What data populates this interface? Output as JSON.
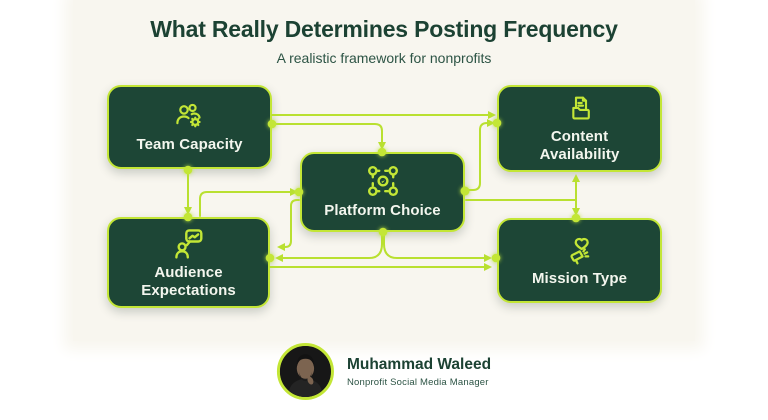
{
  "header": {
    "title": "What Really Determines Posting Frequency",
    "subtitle": "A realistic framework for nonprofits"
  },
  "nodes": {
    "team": {
      "label": "Team Capacity",
      "icon": "team-gear-icon"
    },
    "content": {
      "label": "Content Availability",
      "icon": "document-folder-icon"
    },
    "platform": {
      "label": "Platform Choice",
      "icon": "social-network-icon"
    },
    "audience": {
      "label": "Audience Expectations",
      "icon": "person-chart-icon"
    },
    "mission": {
      "label": "Mission Type",
      "icon": "heart-megaphone-icon"
    }
  },
  "edges": [
    {
      "from": "Team Capacity",
      "to": "Content Availability"
    },
    {
      "from": "Team Capacity",
      "to": "Platform Choice"
    },
    {
      "from": "Team Capacity",
      "to": "Audience Expectations"
    },
    {
      "from": "Audience Expectations",
      "to": "Platform Choice"
    },
    {
      "from": "Platform Choice",
      "to": "Content Availability"
    },
    {
      "from": "Platform Choice",
      "to": "Mission Type"
    },
    {
      "from": "Platform Choice",
      "to": "Audience Expectations"
    },
    {
      "from": "Audience Expectations",
      "to": "Mission Type"
    },
    {
      "from": "Mission Type",
      "to": "Content Availability"
    }
  ],
  "author": {
    "name": "Muhammad Waleed",
    "role": "Nonprofit Social Media Manager"
  },
  "colors": {
    "background": "#f8f6ef",
    "box_fill": "#1d4636",
    "box_border": "#c3e636",
    "connector": "#b9e030",
    "title": "#1c4233",
    "subtitle": "#2d5445",
    "label": "#f3f6ee",
    "author_name": "#1c4233",
    "author_role": "#2d5445"
  }
}
